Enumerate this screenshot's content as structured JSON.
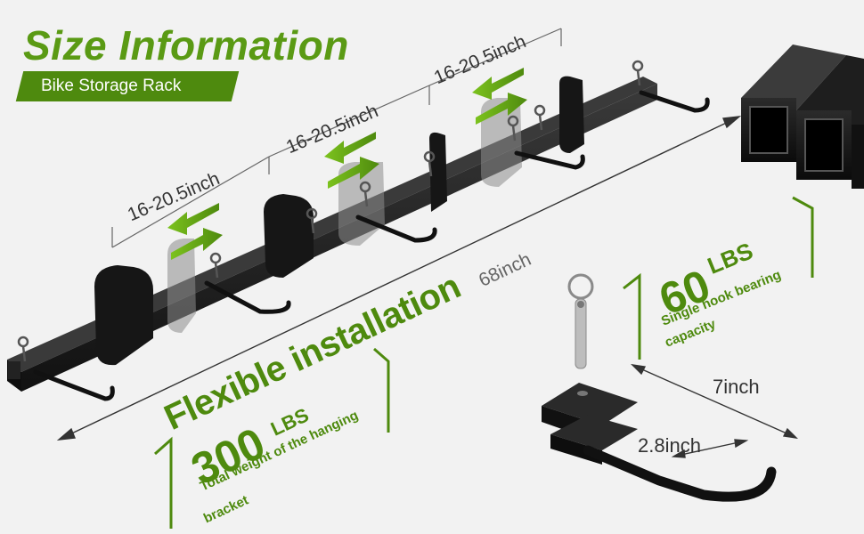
{
  "header": {
    "title": "Size Information",
    "subtitle": "Bike Storage Rack"
  },
  "dimensions": {
    "spacing_1": "16-20.5inch",
    "spacing_2": "16-20.5inch",
    "spacing_3": "16-20.5inch",
    "total_length": "68inch",
    "hook_depth": "7inch",
    "hook_width": "2.8inch"
  },
  "features": {
    "installation": "Flexible installation",
    "total_weight_value": "300",
    "total_weight_unit": "LBS",
    "total_weight_caption_line1": "Total weight of the hanging",
    "total_weight_caption_line2": "bracket",
    "hook_weight_value": "60",
    "hook_weight_unit": "LBS",
    "hook_weight_caption_line1": "Single hook bearing",
    "hook_weight_caption_line2": "capacity"
  },
  "colors": {
    "brand_green": "#4e8a0e",
    "title_green": "#5a9a14",
    "rack_black": "#1b1b1b",
    "text_dark": "#333333"
  },
  "icons": [
    "slide-arrow-icon",
    "pin-icon",
    "hook-icon"
  ]
}
